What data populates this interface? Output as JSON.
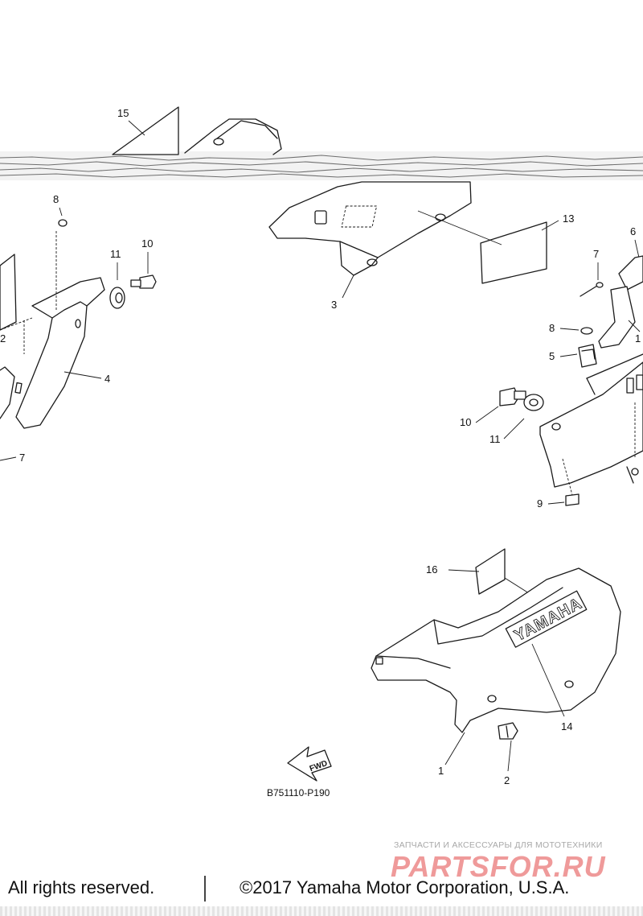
{
  "diagram": {
    "callouts": {
      "c1": "1",
      "c2": "2",
      "c3": "3",
      "c4": "4",
      "c5": "5",
      "c6": "6",
      "c7_right": "7",
      "c7_left": "7",
      "c8_left": "8",
      "c8_right": "8",
      "c9": "9",
      "c10_top": "10",
      "c10_right": "10",
      "c11_top": "11",
      "c11_right": "11",
      "c12_left": "2",
      "c12_right": "1",
      "c13": "13",
      "c14": "14",
      "c15": "15",
      "c16": "16",
      "c1_cover": "1",
      "c2_screw": "2"
    },
    "drawing_code": "B751110-P190",
    "fwd_label": "FWD",
    "brand_decal": "YAMAHA"
  },
  "watermark": {
    "subtitle": "ЗАПЧАСТИ И АКСЕССУАРЫ ДЛЯ МОТОТЕХНИКИ",
    "site": "PARTSFOR.RU"
  },
  "footer": {
    "rights": "All rights reserved.",
    "copyright": "©2017 Yamaha Motor Corporation, U.S.A."
  }
}
